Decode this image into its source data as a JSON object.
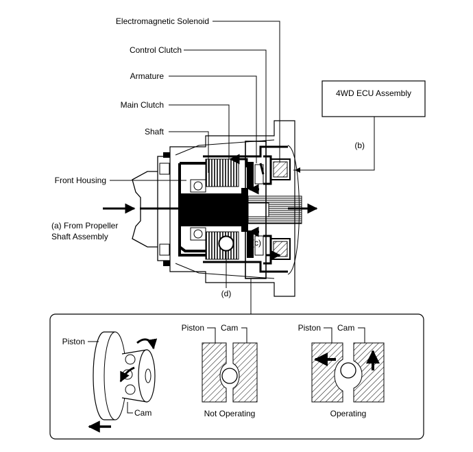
{
  "labels": {
    "solenoid": "Electromagnetic Solenoid",
    "control_clutch": "Control Clutch",
    "armature": "Armature",
    "main_clutch": "Main Clutch",
    "shaft": "Shaft",
    "front_housing": "Front Housing",
    "from_propeller_line1": "(a) From Propeller",
    "from_propeller_line2": "Shaft Assembly",
    "ecu": "4WD ECU Assembly",
    "b": "(b)",
    "c": "(c)",
    "d": "(d)"
  },
  "detail": {
    "piston": "Piston",
    "cam": "Cam",
    "panel1": {
      "piston": "Piston",
      "cam": "Cam",
      "caption": "Not Operating"
    },
    "panel2": {
      "piston": "Piston",
      "cam": "Cam",
      "caption": "Operating"
    }
  }
}
